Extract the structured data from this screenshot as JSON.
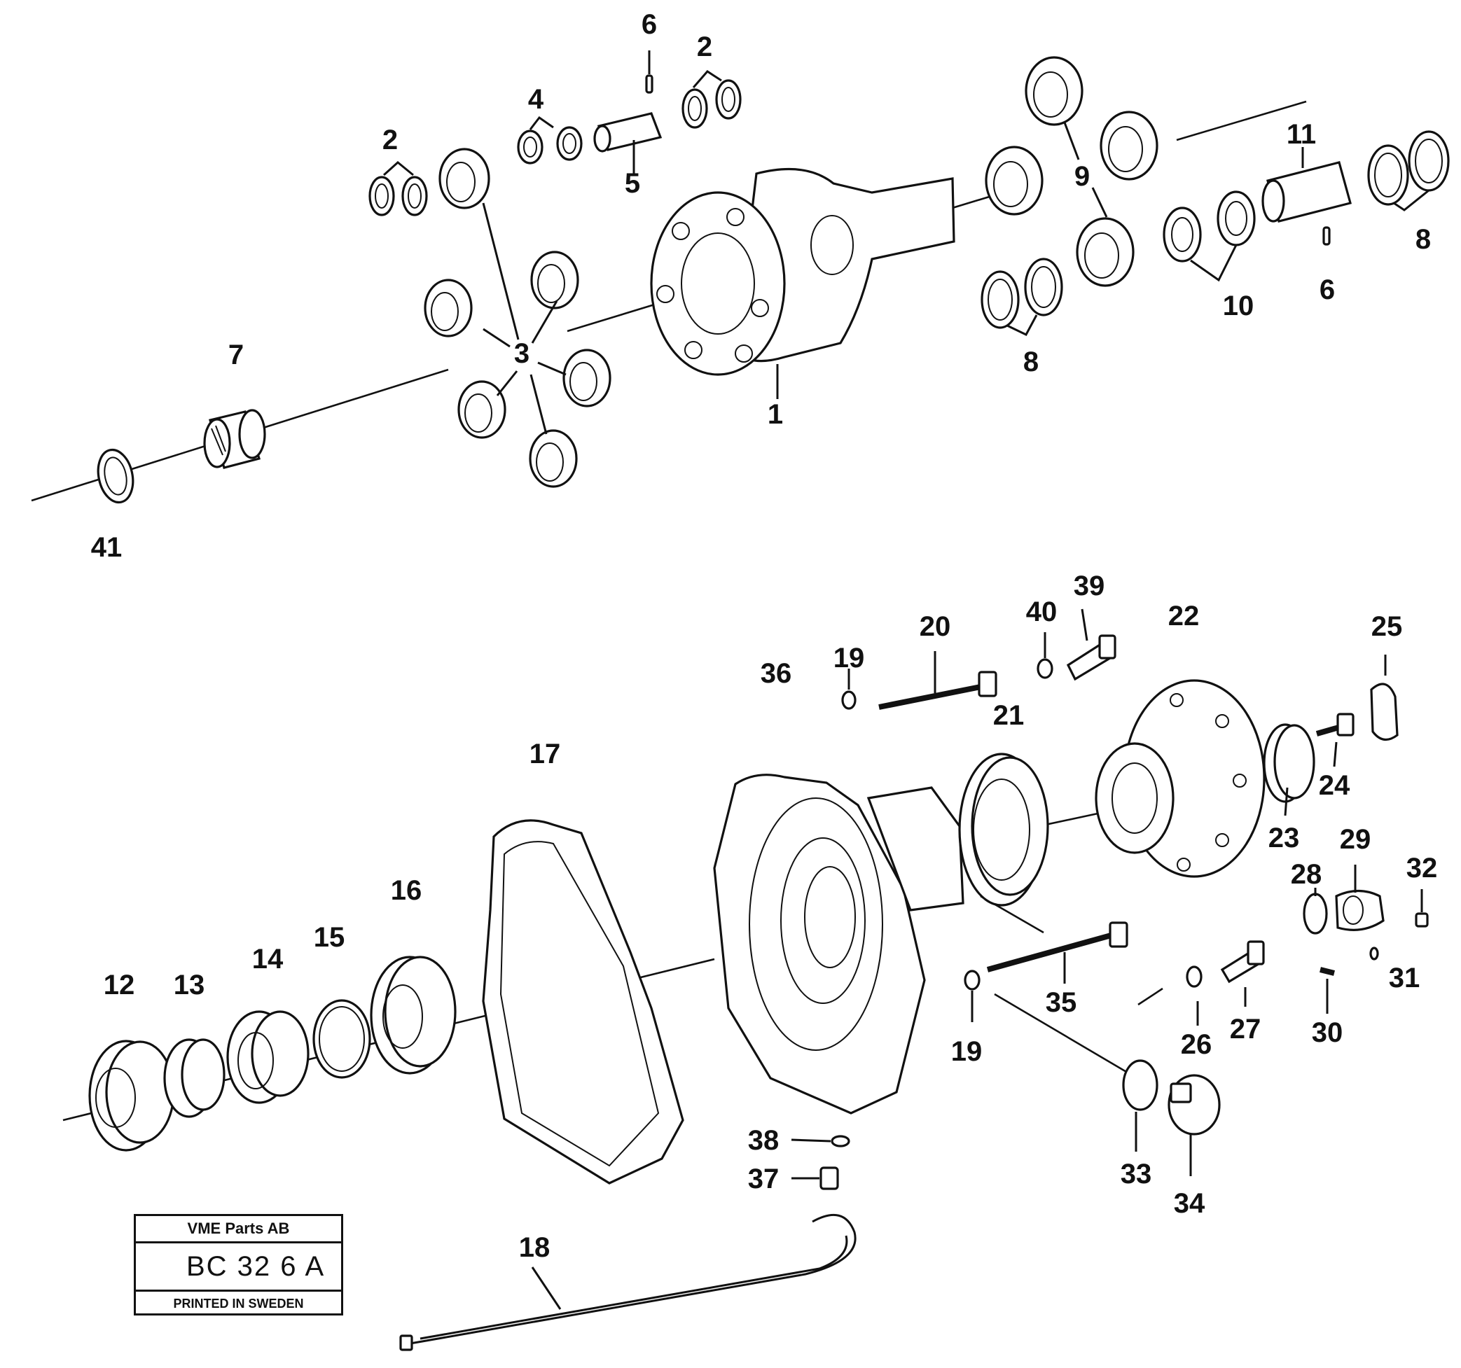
{
  "drawing": {
    "title_block": {
      "company": "VME Parts AB",
      "code": "BC 32 6  A",
      "printed": "PRINTED IN SWEDEN"
    },
    "callouts": {
      "c1": "1",
      "c2a": "2",
      "c2b": "2",
      "c3": "3",
      "c4": "4",
      "c5": "5",
      "c6a": "6",
      "c6b": "6",
      "c7": "7",
      "c8a": "8",
      "c8b": "8",
      "c9": "9",
      "c10": "10",
      "c11": "11",
      "c12": "12",
      "c13": "13",
      "c14": "14",
      "c15": "15",
      "c16": "16",
      "c17": "17",
      "c18": "18",
      "c19a": "19",
      "c19b": "19",
      "c20": "20",
      "c21": "21",
      "c22": "22",
      "c23": "23",
      "c24": "24",
      "c25": "25",
      "c26": "26",
      "c27": "27",
      "c28": "28",
      "c29": "29",
      "c30": "30",
      "c31": "31",
      "c32": "32",
      "c33": "33",
      "c34": "34",
      "c35": "35",
      "c36": "36",
      "c37": "37",
      "c38": "38",
      "c39": "39",
      "c40": "40",
      "c41": "41"
    }
  }
}
